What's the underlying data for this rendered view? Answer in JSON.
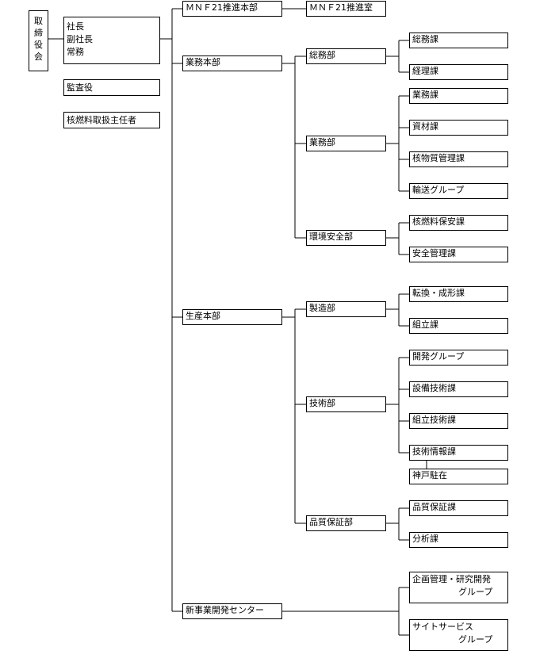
{
  "board": {
    "chars": [
      "取",
      "締",
      "役",
      "会"
    ]
  },
  "executives": [
    "社長",
    "副社長",
    "常務"
  ],
  "auditor": "監査役",
  "nuclear_manager": "核燃料取扱主任者",
  "mnf21_hq": {
    "label": "ＭＮＦ21推進本部",
    "office": "ＭＮＦ21推進室"
  },
  "business_hq": {
    "label": "業務本部",
    "general_affairs": {
      "label": "総務部",
      "sections": [
        "総務課",
        "経理課"
      ]
    },
    "operations": {
      "label": "業務部",
      "sections": [
        "業務課",
        "資材課",
        "核物質管理課",
        "輸送グループ"
      ]
    },
    "env_safety": {
      "label": "環境安全部",
      "sections": [
        "核燃料保安課",
        "安全管理課"
      ]
    }
  },
  "production_hq": {
    "label": "生産本部",
    "manufacturing": {
      "label": "製造部",
      "sections": [
        "転換・成形課",
        "組立課"
      ]
    },
    "engineering": {
      "label": "技術部",
      "sections": [
        "開発グループ",
        "設備技術課",
        "組立技術課",
        "技術情報課"
      ],
      "sub_office": "神戸駐在"
    },
    "quality": {
      "label": "品質保証部",
      "sections": [
        "品質保証課",
        "分析課"
      ]
    }
  },
  "new_business": {
    "label": "新事業開発センター",
    "units": [
      {
        "line1": "企画管理・研究開発",
        "line2": "グループ"
      },
      {
        "line1": "サイトサービス",
        "line2": "グループ"
      }
    ]
  }
}
